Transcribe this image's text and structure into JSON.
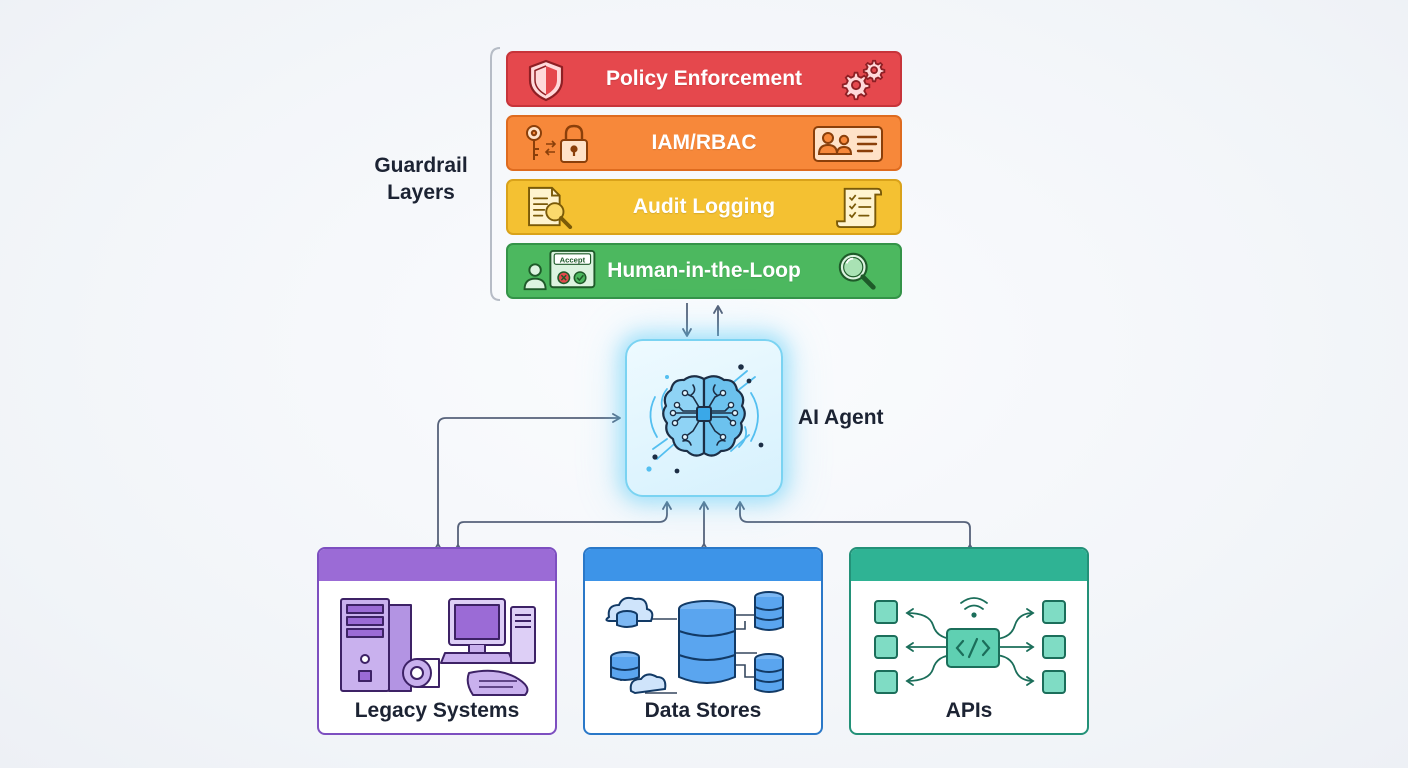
{
  "guardrail_label": "Guardrail Layers",
  "layers": [
    {
      "label": "Policy Enforcement",
      "color": "#e5484d",
      "border": "#c7343a",
      "left_icon": "shield-icon",
      "right_icon": "gears-icon"
    },
    {
      "label": "IAM/RBAC",
      "color": "#f7883a",
      "border": "#de6b1f",
      "left_icon": "key-lock-icon",
      "right_icon": "id-card-icon"
    },
    {
      "label": "Audit Logging",
      "color": "#f4c132",
      "border": "#d9a21a",
      "left_icon": "document-search-icon",
      "right_icon": "checklist-scroll-icon"
    },
    {
      "label": "Human-in-the-Loop",
      "color": "#4cb85f",
      "border": "#349348",
      "left_icon": "user-approval-icon",
      "right_icon": "magnifier-icon"
    }
  ],
  "approval_panel_text": "Accept",
  "agent": {
    "label": "AI Agent",
    "icon": "brain-circuit-icon",
    "glow": "#5ccdf7"
  },
  "systems": [
    {
      "label": "Legacy Systems",
      "color": "#9b6bd6",
      "icon": "legacy-computer-icon"
    },
    {
      "label": "Data Stores",
      "color": "#3d94e8",
      "icon": "database-cloud-icon"
    },
    {
      "label": "APIs",
      "color": "#2fb394",
      "icon": "api-hub-icon"
    }
  ]
}
